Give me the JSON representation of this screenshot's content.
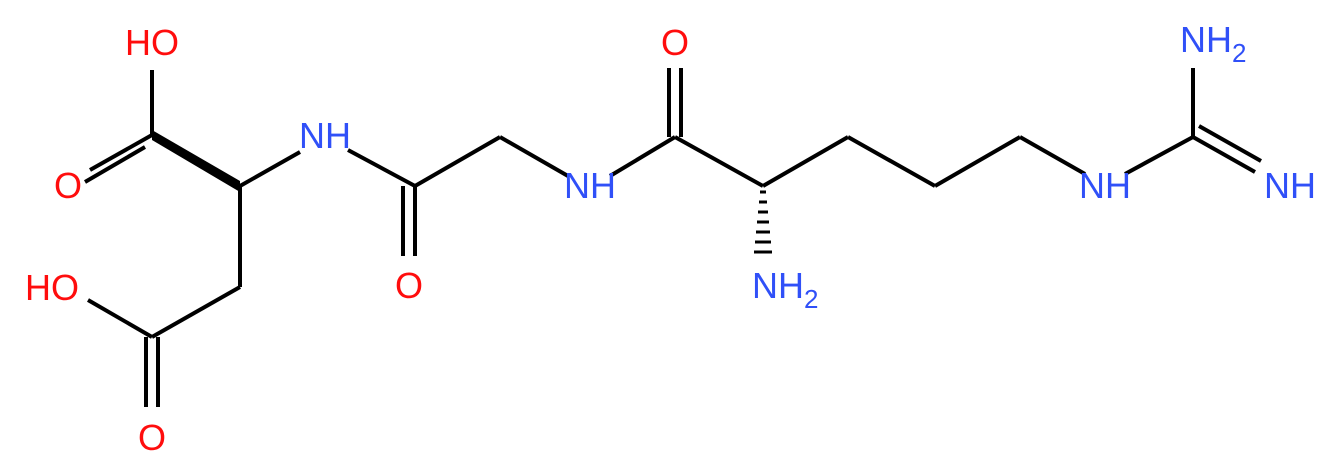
{
  "molecule": {
    "atoms": {
      "oh_top": "HO",
      "o_acid_top": "O",
      "oh_left": "HO",
      "o_acid_bottom": "O",
      "nh_1": "NH",
      "o_amide_1": "O",
      "nh_2": "NH",
      "o_amide_2": "O",
      "nh2_alpha": "NH2",
      "nh_guan": "NH",
      "nh2_guan": "NH2",
      "nh_imine": "NH"
    },
    "colors": {
      "carbon_bond": "#000000",
      "oxygen": "#ff0d0d",
      "nitrogen": "#3050f8"
    }
  }
}
